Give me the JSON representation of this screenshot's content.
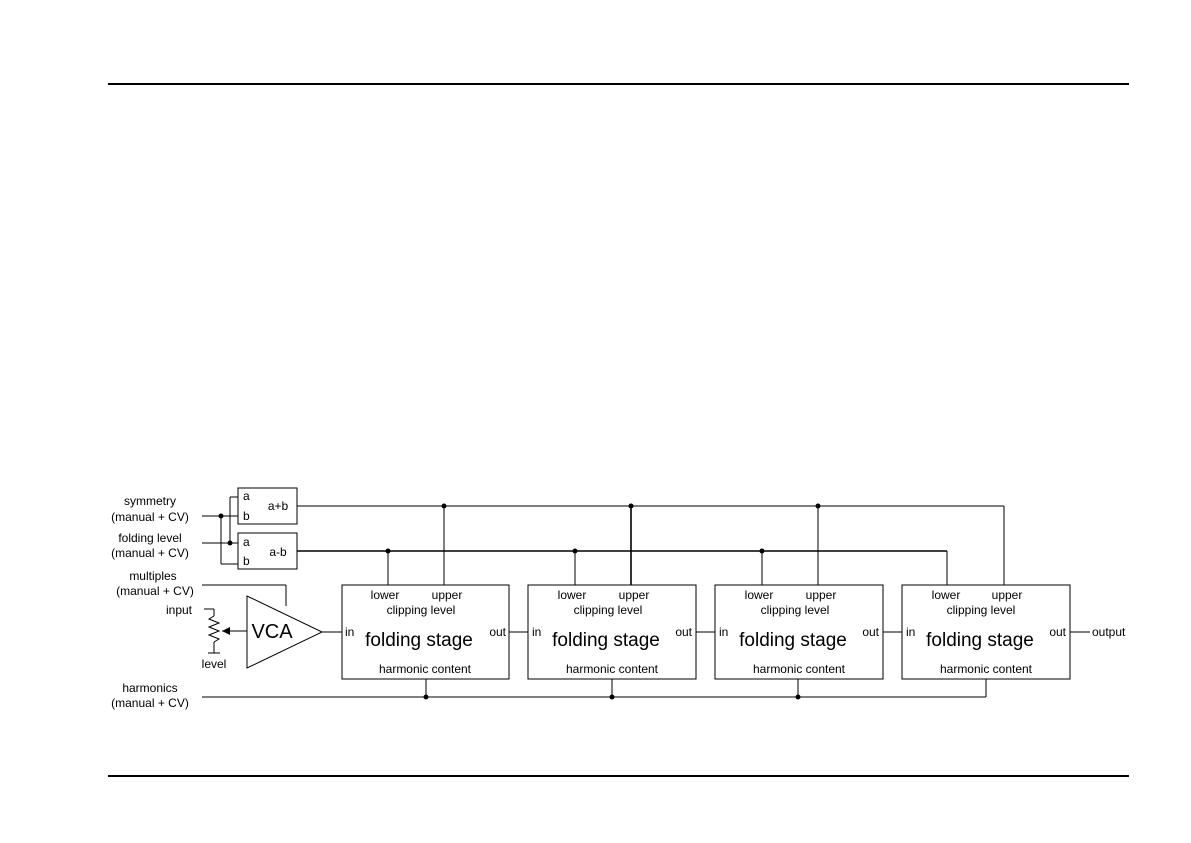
{
  "inputs": {
    "symmetry": "symmetry",
    "symmetry_sub": "(manual + CV)",
    "folding_level": "folding level",
    "folding_level_sub": "(manual + CV)",
    "multiples": "multiples",
    "multiples_sub": "(manual + CV)",
    "input": "input",
    "level": "level",
    "harmonics": "harmonics",
    "harmonics_sub": "(manual + CV)"
  },
  "sum_box": {
    "a": "a",
    "b": "b",
    "op": "a+b"
  },
  "diff_box": {
    "a": "a",
    "b": "b",
    "op": "a-b"
  },
  "vca": {
    "label": "VCA"
  },
  "stages": [
    {
      "lower": "lower",
      "upper": "upper",
      "clipping": "clipping level",
      "title": "folding stage",
      "harmonic": "harmonic content",
      "in": "in",
      "out": "out"
    },
    {
      "lower": "lower",
      "upper": "upper",
      "clipping": "clipping level",
      "title": "folding stage",
      "harmonic": "harmonic content",
      "in": "in",
      "out": "out"
    },
    {
      "lower": "lower",
      "upper": "upper",
      "clipping": "clipping level",
      "title": "folding stage",
      "harmonic": "harmonic content",
      "in": "in",
      "out": "out"
    },
    {
      "lower": "lower",
      "upper": "upper",
      "clipping": "clipping level",
      "title": "folding stage",
      "harmonic": "harmonic content",
      "in": "in",
      "out": "out"
    }
  ],
  "output": {
    "label": "output"
  }
}
